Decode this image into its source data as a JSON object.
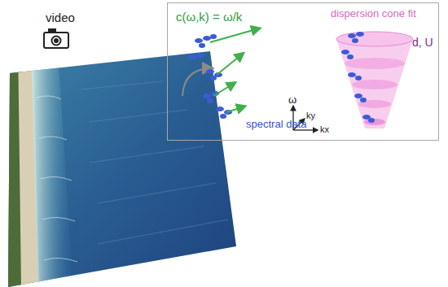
{
  "diagram": {
    "nodes": [
      {
        "text": [
          "c(ω,k) = ω/k",
          "spectral data",
          "dispersion cone fit",
          "d, U"
        ]
      }
    ],
    "labels": [
      "video",
      "ω",
      "ky",
      "kx"
    ]
  }
}
